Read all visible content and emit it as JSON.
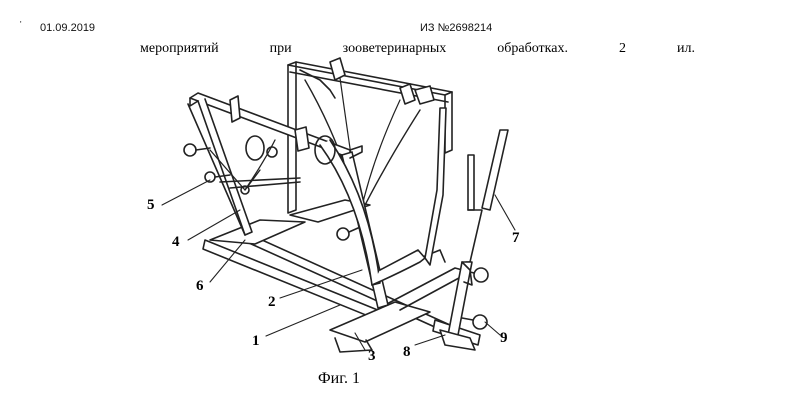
{
  "header": {
    "mark": "'",
    "date": "01.09.2019",
    "patent_number": "ИЗ №2698214"
  },
  "text_line": [
    "мероприятий",
    "при",
    "зооветеринарных",
    "обработках.",
    "2",
    "ил."
  ],
  "figure": {
    "labels": [
      "5",
      "4",
      "6",
      "2",
      "1",
      "3",
      "8",
      "9",
      "7"
    ],
    "caption": "Фиг. 1"
  }
}
